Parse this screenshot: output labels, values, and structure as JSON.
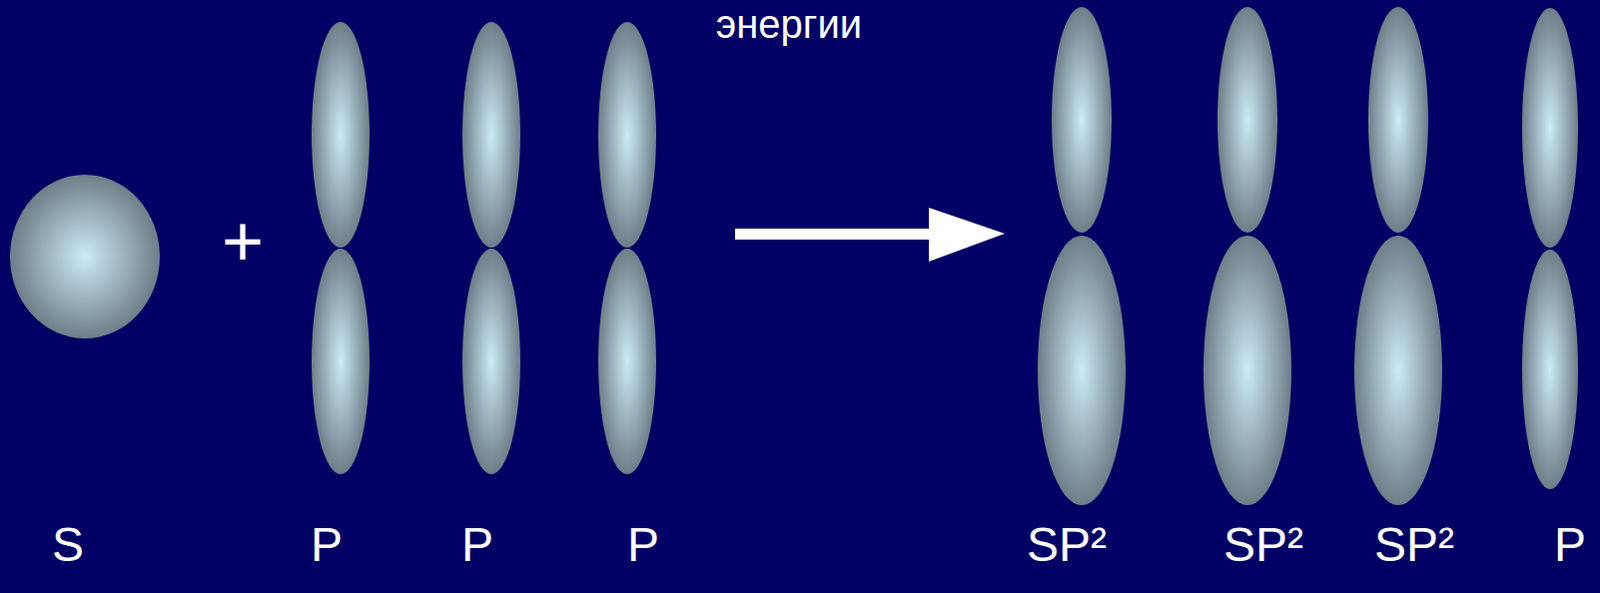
{
  "diagram": {
    "labels": [
      "энергии",
      "+",
      "S",
      "P",
      "P",
      "P",
      "SP²",
      "SP²",
      "SP²",
      "P"
    ]
  }
}
